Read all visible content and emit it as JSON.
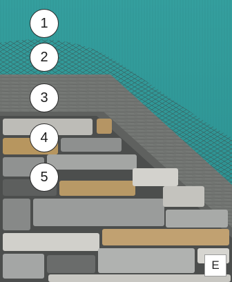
{
  "figure": {
    "markers": [
      {
        "label": "1"
      },
      {
        "label": "2"
      },
      {
        "label": "3"
      },
      {
        "label": "4"
      },
      {
        "label": "5"
      }
    ],
    "panel_label": "E",
    "colors": {
      "teal_board": "#2f9a99",
      "mesh": "#3a5250",
      "scratch_coat": "#6b6e6b",
      "stone_gray": "#8c8f8e",
      "stone_light": "#c9c8c3",
      "stone_tan": "#b89b6a"
    }
  }
}
